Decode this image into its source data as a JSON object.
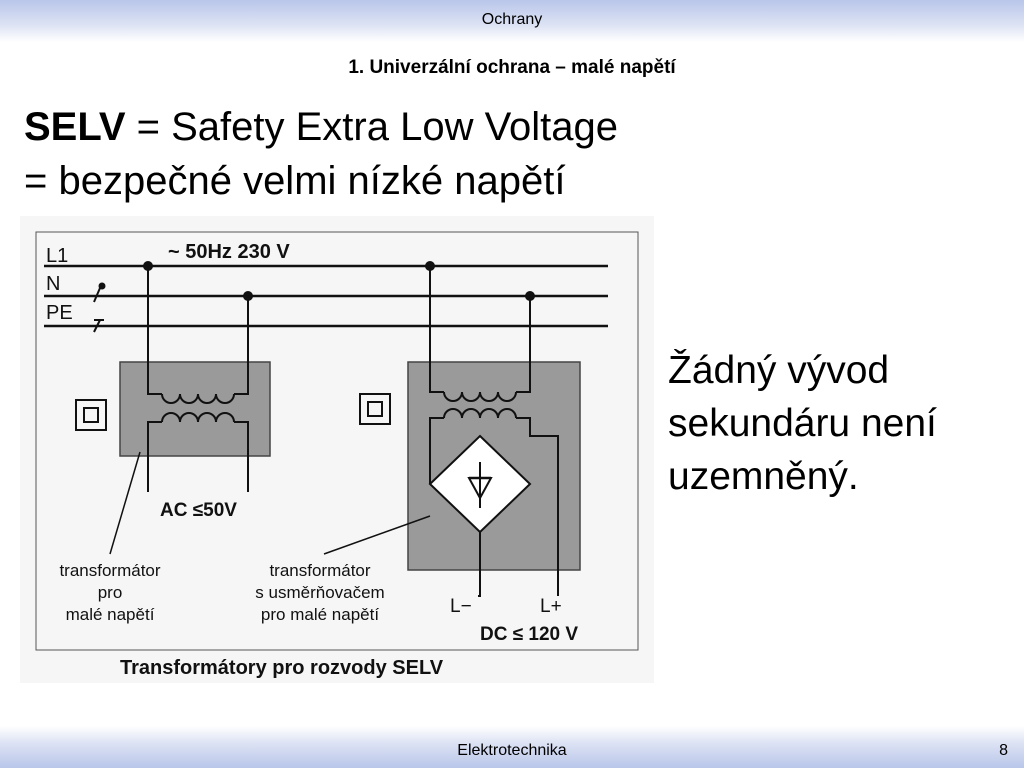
{
  "header": {
    "title": "Ochrany"
  },
  "slide": {
    "subtitle": "1. Univerzální ochrana – malé napětí",
    "line1_bold": "SELV",
    "line1_rest": " = Safety Extra Low Voltage",
    "line2": "= bezpečné velmi nízké napětí",
    "side_note": "Žádný vývod sekundáru není uzemněný."
  },
  "diagram": {
    "supply_label": "~ 50Hz 230 V",
    "conductors": [
      "L1",
      "N",
      "PE"
    ],
    "ac_label": "AC ≤50V",
    "dc_label": "DC ≤ 120 V",
    "terminal_minus": "L−",
    "terminal_plus": "L+",
    "caption_left": [
      "transformátor",
      "pro",
      "malé napětí"
    ],
    "caption_right": [
      "transformátor",
      "s usměrňovačem",
      "pro malé napětí"
    ],
    "figure_title": "Transformátory pro rozvody SELV"
  },
  "footer": {
    "course": "Elektrotechnika",
    "page": "8"
  }
}
